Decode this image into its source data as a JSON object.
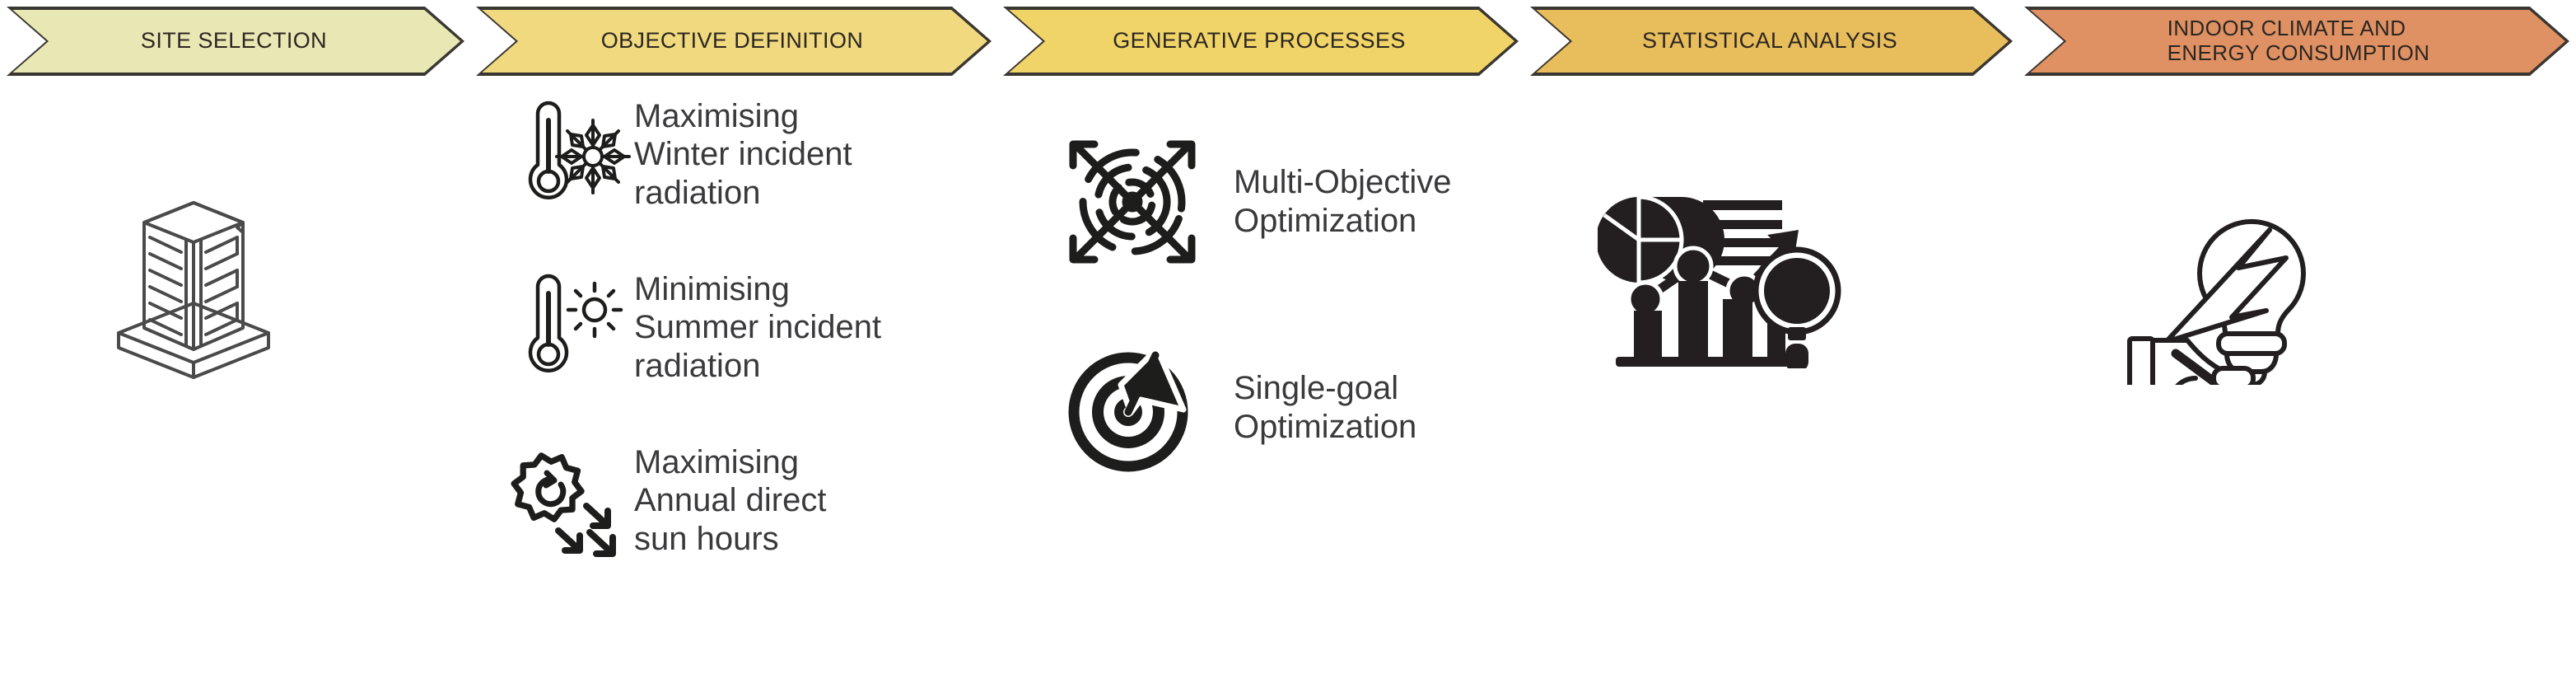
{
  "process_flow": {
    "stages": [
      {
        "label": "SITE SELECTION",
        "color": "#e8e8b4",
        "border": "#3a3631"
      },
      {
        "label": "OBJECTIVE DEFINITION",
        "color": "#f0d97e",
        "border": "#3a3631"
      },
      {
        "label": "GENERATIVE PROCESSES",
        "color": "#f0d468",
        "border": "#3a3631"
      },
      {
        "label": "STATISTICAL ANALYSIS",
        "color": "#e8bd5c",
        "border": "#3a3631"
      },
      {
        "label": "INDOOR CLIMATE AND\nENERGY CONSUMPTION",
        "color": "#df9163",
        "border": "#3a3631"
      }
    ]
  },
  "site_selection": {
    "icon": "isometric-building-icon"
  },
  "objective_definition": {
    "objectives": [
      {
        "icon": "thermometer-snowflake-icon",
        "text": "Maximising\nWinter incident\nradiation"
      },
      {
        "icon": "thermometer-sun-icon",
        "text": "Minimising\nSummer incident\nradiation"
      },
      {
        "icon": "sun-hours-arrows-icon",
        "text": "Maximising\nAnnual direct\nsun hours"
      }
    ]
  },
  "generative_processes": {
    "methods": [
      {
        "icon": "multi-target-arrows-icon",
        "text": "Multi-Objective\nOptimization"
      },
      {
        "icon": "dart-target-icon",
        "text": "Single-goal\nOptimization"
      }
    ]
  },
  "statistical_analysis": {
    "icon": "analytics-charts-icon"
  },
  "indoor_climate_energy": {
    "icon": "hand-holding-energy-bulb-icon"
  },
  "colors": {
    "ink": "#231f20",
    "text_gray": "#3a3a3c",
    "line_gray": "#4a4a4a",
    "background": "#ffffff"
  }
}
